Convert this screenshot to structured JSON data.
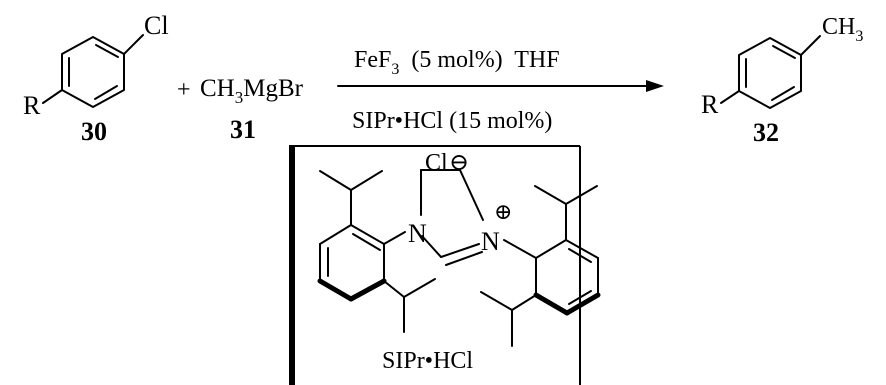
{
  "reactant_1": {
    "substituent_top": "Cl",
    "substituent_left": "R",
    "label": "30"
  },
  "plus_sign": "+",
  "reactant_2": {
    "formula_pre": "CH",
    "formula_sub": "3",
    "formula_post": "MgBr",
    "label": "31"
  },
  "conditions": {
    "above_pre": "FeF",
    "above_sub": "3",
    "above_post": "  (5 mol%)  THF",
    "below": "SIPr•HCl (15 mol%)"
  },
  "product": {
    "substituent_top_pre": "CH",
    "substituent_top_sub": "3",
    "substituent_left": "R",
    "label": "32"
  },
  "ligand": {
    "counterion": "Cl",
    "counterion_charge": "⊖",
    "nitrogen_left": "N",
    "nitrogen_right": "N",
    "nitrogen_right_charge": "⊕",
    "name": "SIPr•HCl"
  }
}
